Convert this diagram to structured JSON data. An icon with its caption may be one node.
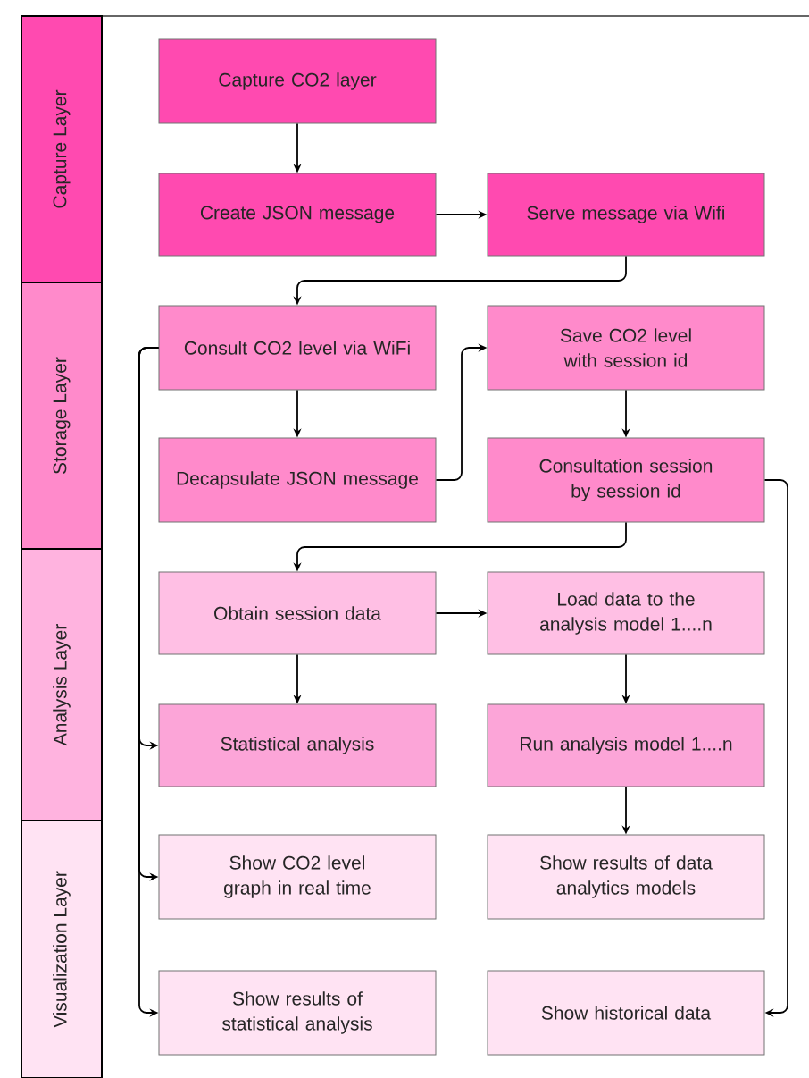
{
  "diagram": {
    "nodes": [
      {
        "text": [
          "Capture Layer"
        ]
      },
      {
        "text": [
          "Storage Layer"
        ]
      },
      {
        "text": [
          "Analysis Layer"
        ]
      },
      {
        "text": [
          "Visualization Layer"
        ]
      },
      {
        "text": [
          "Capture CO2 layer"
        ]
      },
      {
        "text": [
          "Create JSON message"
        ]
      },
      {
        "text": [
          "Serve message via Wifi"
        ]
      },
      {
        "text": [
          "Consult CO2 level via WiFi"
        ]
      },
      {
        "text": [
          "Save CO2 level with session id"
        ]
      },
      {
        "text": [
          "Decapsulate JSON message"
        ]
      },
      {
        "text": [
          "Consultation session by session id"
        ]
      },
      {
        "text": [
          "Obtain session data"
        ]
      },
      {
        "text": [
          "Load data to the analysis model 1....n"
        ]
      },
      {
        "text": [
          "Statistical analysis"
        ]
      },
      {
        "text": [
          "Run analysis model 1....n"
        ]
      },
      {
        "text": [
          "Show CO2 level graph in real time"
        ]
      },
      {
        "text": [
          "Show results of data analytics models"
        ]
      },
      {
        "text": [
          "Show results of statistical analysis"
        ]
      },
      {
        "text": [
          "Show historical data"
        ]
      }
    ],
    "edges": [
      {
        "from": 4,
        "to": 5,
        "arrow": "to"
      },
      {
        "from": 5,
        "to": 6,
        "arrow": "to"
      },
      {
        "from": 6,
        "to": 7,
        "arrow": "to"
      },
      {
        "from": 7,
        "to": 9,
        "arrow": "to"
      },
      {
        "from": 9,
        "to": 8,
        "arrow": "to"
      },
      {
        "from": 8,
        "to": 10,
        "arrow": "to"
      },
      {
        "from": 10,
        "to": 11,
        "arrow": "to"
      },
      {
        "from": 11,
        "to": 12,
        "arrow": "to"
      },
      {
        "from": 11,
        "to": 13,
        "arrow": "to"
      },
      {
        "from": 12,
        "to": 14,
        "arrow": "to"
      },
      {
        "from": 14,
        "to": 16,
        "arrow": "to"
      },
      {
        "from": 7,
        "to": 13,
        "arrow": "to"
      },
      {
        "from": 7,
        "to": 15,
        "arrow": "to"
      },
      {
        "from": 7,
        "to": 17,
        "arrow": "to"
      },
      {
        "from": 10,
        "to": 18,
        "arrow": "to"
      }
    ]
  }
}
